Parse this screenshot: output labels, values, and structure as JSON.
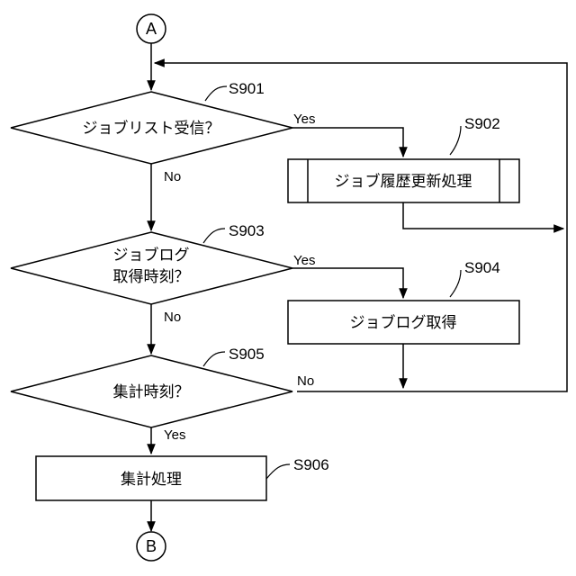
{
  "connectors": {
    "start": "A",
    "end": "B"
  },
  "steps": {
    "s901": "S901",
    "s902": "S902",
    "s903": "S903",
    "s904": "S904",
    "s905": "S905",
    "s906": "S906"
  },
  "decisions": {
    "receive_job_list": "ジョブリスト受信？",
    "job_log_time_line1": "ジョブログ",
    "job_log_time_line2": "取得時刻？",
    "aggregate_time": "集計時刻？"
  },
  "processes": {
    "update_job_history": "ジョブ履歴更新処理",
    "acquire_job_log": "ジョブログ取得",
    "aggregate": "集計処理"
  },
  "branch_labels": {
    "yes_901": "Yes",
    "no_901": "No",
    "yes_903": "Yes",
    "no_903": "No",
    "no_905": "No",
    "yes_905": "Yes"
  }
}
